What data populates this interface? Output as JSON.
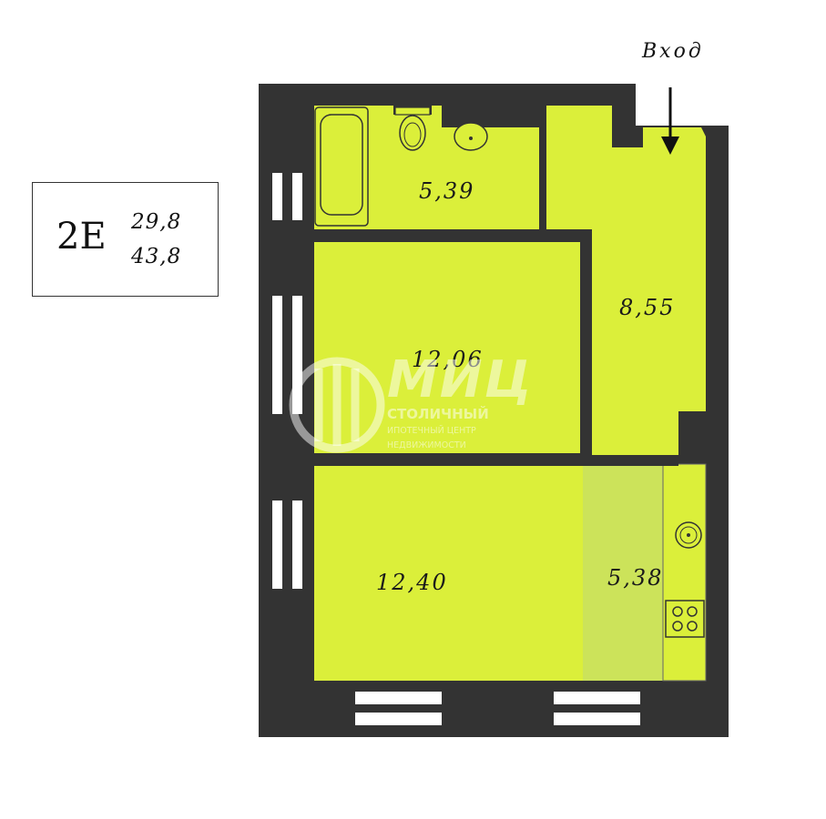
{
  "apartment": {
    "code": "2E",
    "living_area": "29,8",
    "total_area": "43,8"
  },
  "entrance": {
    "label": "Вход"
  },
  "rooms": {
    "bathroom": "5,39",
    "hall": "8,55",
    "room1": "12,06",
    "room2": "12,40",
    "kitchen": "5,38"
  },
  "watermark": {
    "title": "МИЦ",
    "line1": "СТОЛИЧНЫЙ",
    "line2": "ИПОТЕЧНЫЙ ЦЕНТР",
    "line3": "НЕДВИЖИМОСТИ"
  },
  "colors": {
    "wall": "#333333",
    "floor": "#dbef3a",
    "kitchen_zone": "#cce35a"
  }
}
